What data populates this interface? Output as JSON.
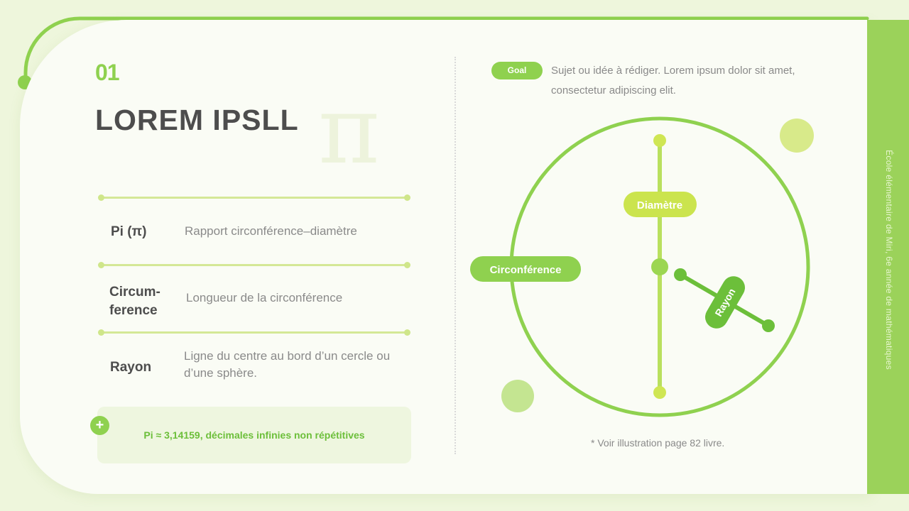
{
  "slide": {
    "number": "01",
    "title": "LOREM IPSLL",
    "pi_symbol": "π",
    "side_text": "École élémentaire de Miri, 6e année de mathématiques"
  },
  "definitions": [
    {
      "term": "Pi (π)",
      "definition": "Rapport circonférence–diamètre"
    },
    {
      "term": "Circum-\nference",
      "definition": "Longueur de la circonférence"
    },
    {
      "term": "Rayon",
      "definition": "Ligne du centre au bord d’un cercle ou d’une sphère."
    }
  ],
  "note": {
    "text": "Pi ≈ 3,14159, décimales infinies non répétitives",
    "icon": "plus-icon"
  },
  "goal": {
    "badge": "Goal",
    "text": "Sujet ou idée à rédiger. Lorem ipsum dolor sit amet, consectetur adipiscing elit."
  },
  "diagram_labels": {
    "diameter": "Diamètre",
    "circumference": "Circonférence",
    "radius": "Rayon"
  },
  "caption": "* Voir illustration page 82 livre.",
  "colors": {
    "accent": "#8fd14f",
    "accent_light": "#cfe68a",
    "dark_green": "#6cbf3a",
    "text_dark": "#4d4d4d",
    "text_muted": "#8a8a8a",
    "side_band": "#9bd25a"
  }
}
